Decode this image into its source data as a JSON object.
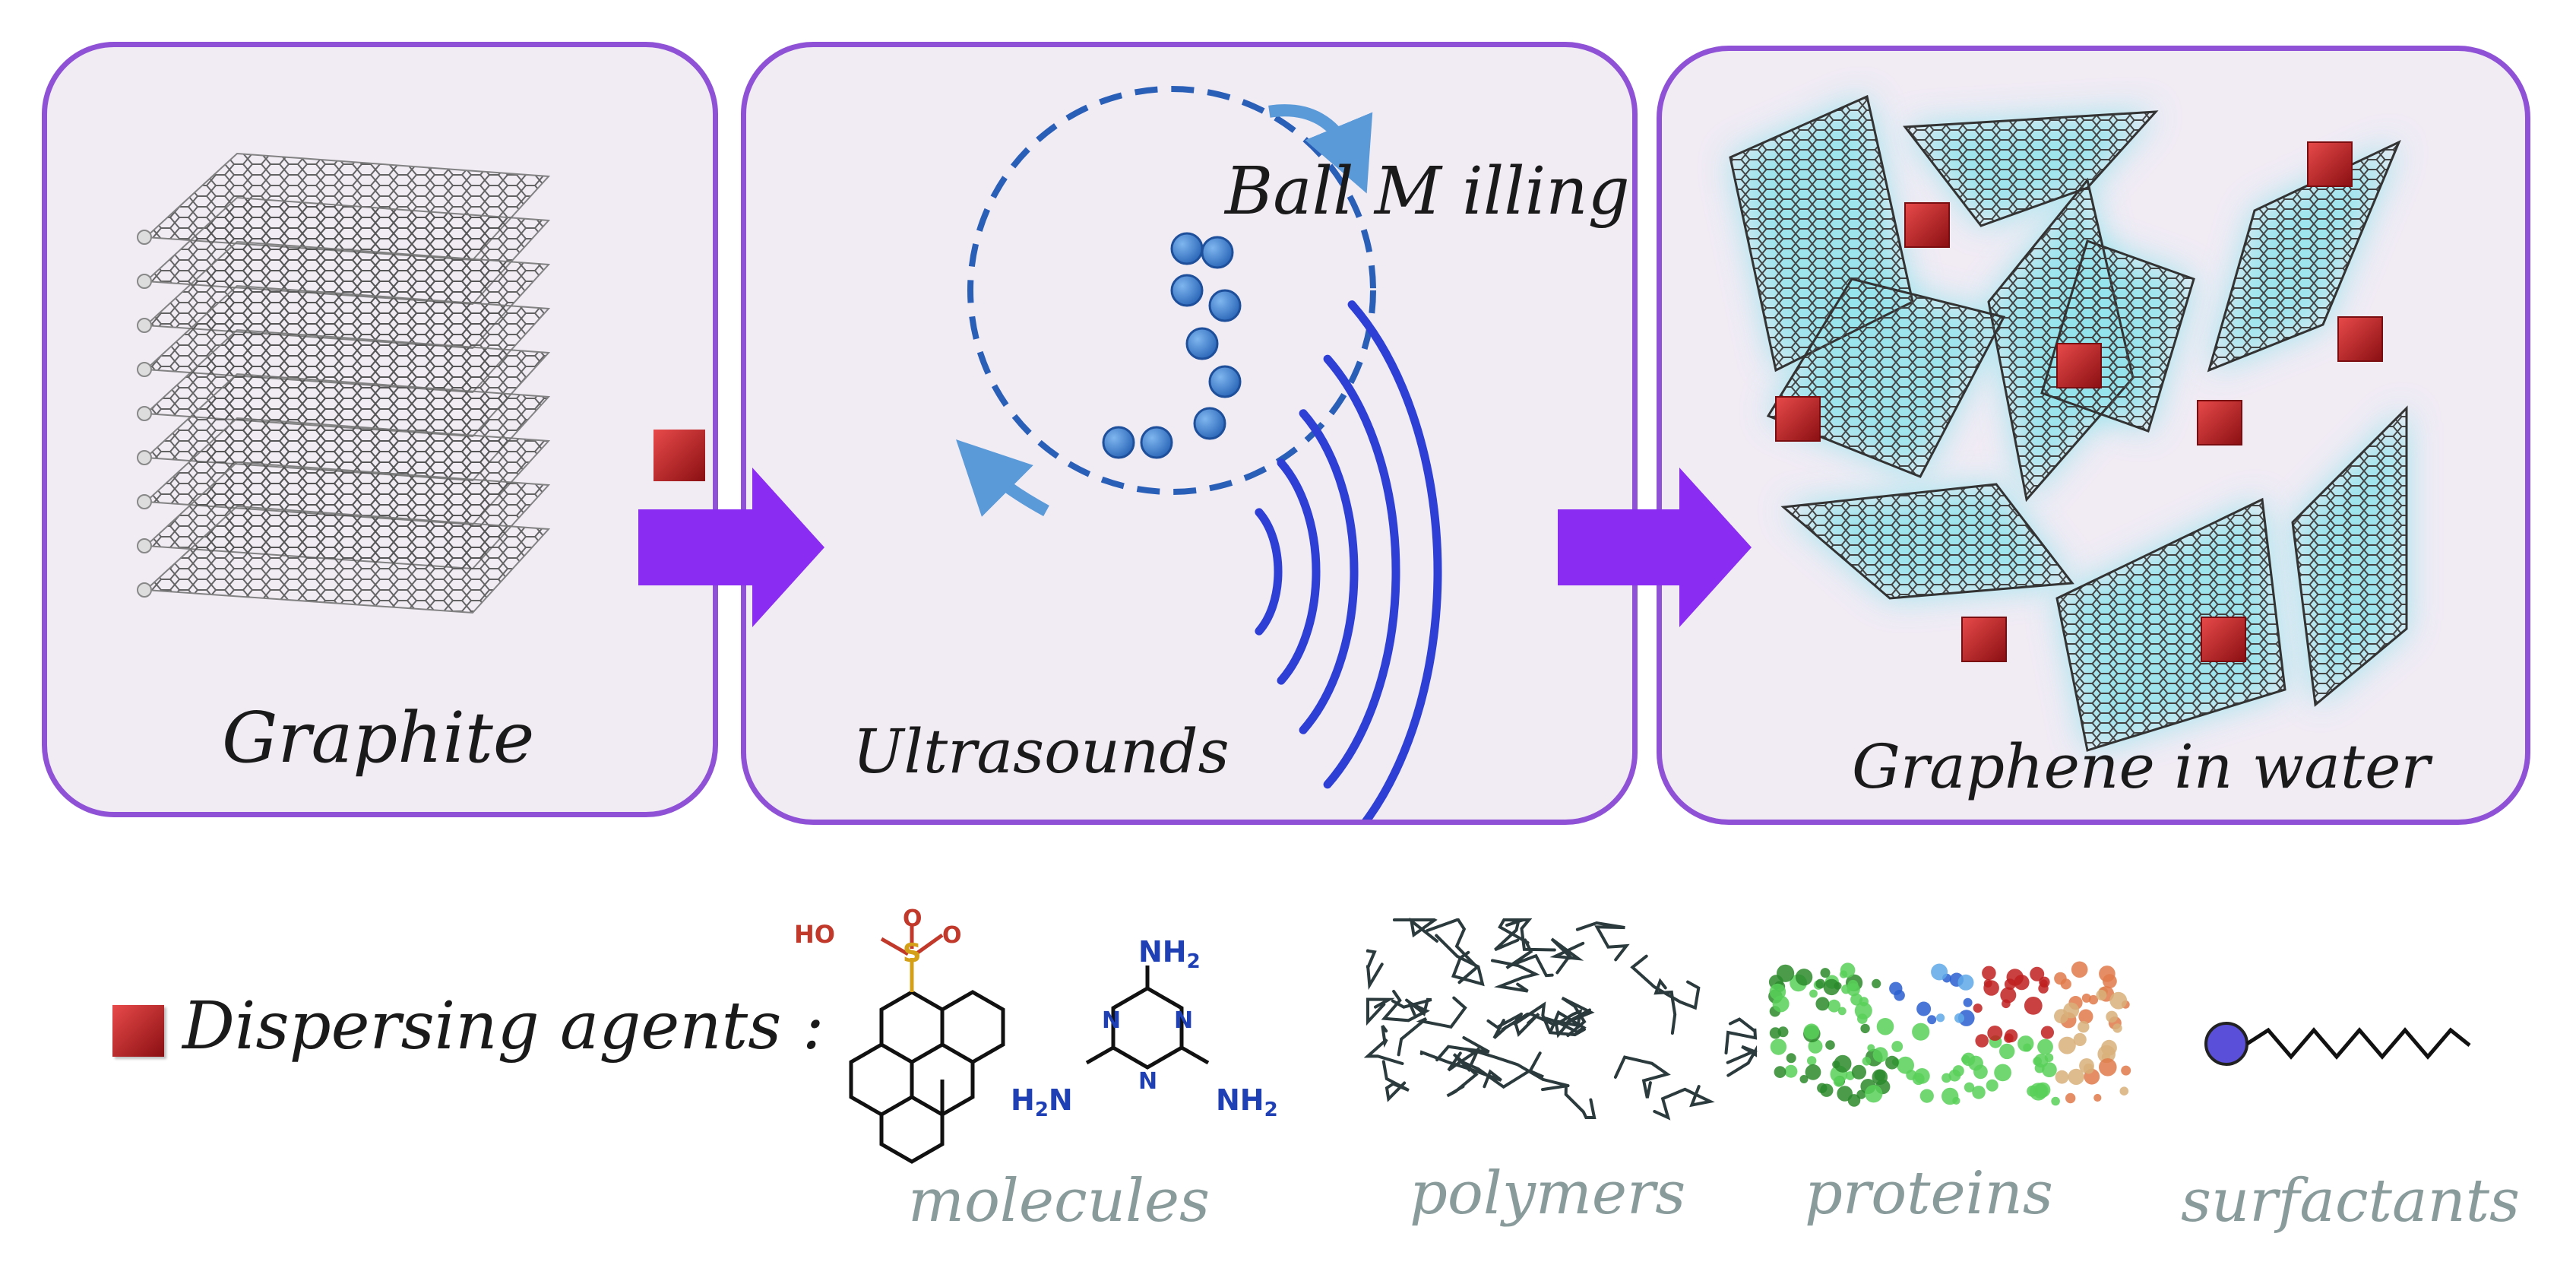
{
  "panels": {
    "graphite": {
      "label": "Graphite"
    },
    "process": {
      "ball_milling": "Ball M illing",
      "ultrasounds": "Ultrasounds"
    },
    "graphene": {
      "label": "Graphene in water"
    }
  },
  "legend": {
    "label": "Dispersing agents :"
  },
  "categories": {
    "molecules": "molecules",
    "polymers": "polymers",
    "proteins": "proteins",
    "surfactants": "surfactants"
  },
  "chem_labels": {
    "ho": "HO",
    "s": "S",
    "o_top": "O",
    "o_left": "O",
    "nh2_top": "NH",
    "nh2_left": "H",
    "nh2_right": "NH",
    "n1": "N",
    "n2": "N",
    "n3": "N",
    "sub2": "2"
  },
  "colors": {
    "panel_border": "#8f52d6",
    "panel_fill": "#f1ebf4",
    "arrow": "#8a2cf2",
    "dispersant": "#b31b1f",
    "milling_ball": "#3b7fd2",
    "sound_wave": "#2e3fd6",
    "water_glow": "#8fe3ec",
    "category_text": "#8a9b9b"
  }
}
